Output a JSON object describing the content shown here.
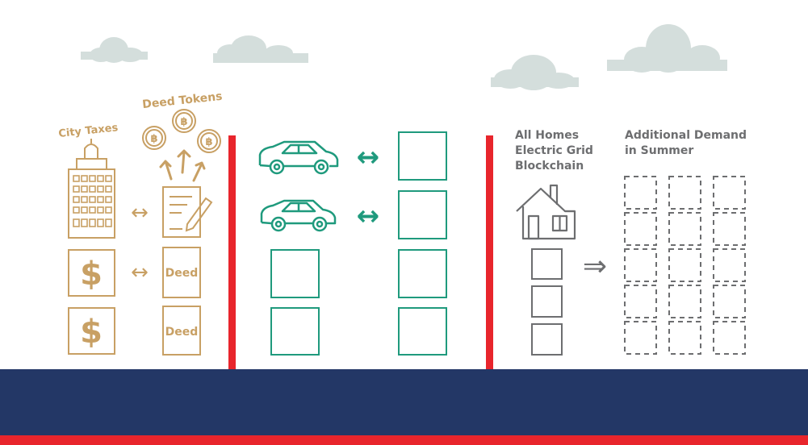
{
  "labels": {
    "city_taxes": "City Taxes",
    "deed_tokens": "Deed Tokens",
    "deed_1": "Deed",
    "deed_2": "Deed",
    "all_homes_lines": [
      "All Homes",
      "Electric Grid",
      "Blockchain"
    ],
    "additional_demand_lines": [
      "Additional Demand",
      "in Summer"
    ]
  },
  "icons": {
    "token_symbol": "฿",
    "dollar_symbol": "$",
    "double_arrow": "↔",
    "right_double_arrow": "⇒"
  },
  "colors": {
    "gold": "#c8a064",
    "teal": "#1f9a7d",
    "red": "#e8252c",
    "gray": "#6d6e70",
    "cloud": "#d4dedc",
    "navy": "#233766"
  }
}
